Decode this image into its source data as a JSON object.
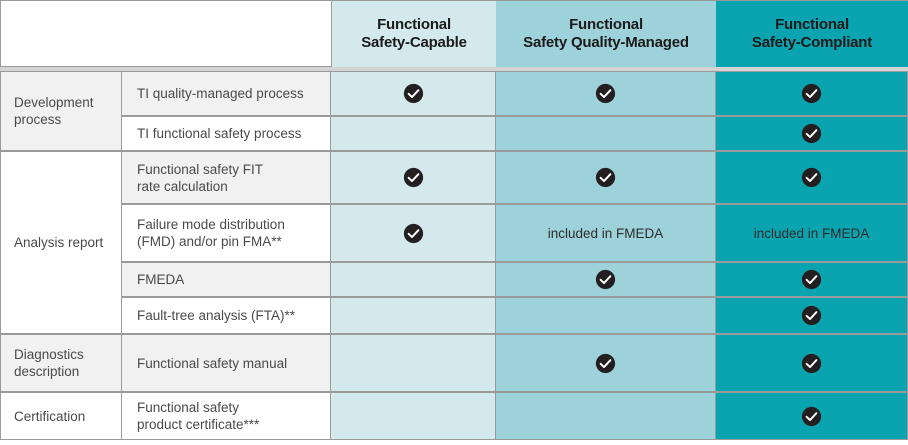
{
  "table": {
    "blank_header": "",
    "column_headers": [
      {
        "id": "capable",
        "label": "Functional\nSafety-Capable",
        "bg": "#d3e9ec"
      },
      {
        "id": "quality-managed",
        "label": "Functional\nSafety Quality-Managed",
        "bg": "#9ed2da"
      },
      {
        "id": "compliant",
        "label": "Functional\nSafety-Compliant",
        "bg": "#0aa3b0"
      }
    ],
    "column_header_lines": [
      [
        "Functional",
        "Safety-Capable"
      ],
      [
        "Functional",
        "Safety Quality-Managed"
      ],
      [
        "Functional",
        "Safety-Compliant"
      ]
    ],
    "groups": [
      {
        "id": "development-process",
        "label": "Development\nprocess",
        "label_lines": [
          "Development",
          "process"
        ],
        "rows": 2,
        "shaded": true
      },
      {
        "id": "analysis-report",
        "label": "Analysis report",
        "label_lines": [
          "Analysis report"
        ],
        "rows": 4,
        "shaded": false
      },
      {
        "id": "diagnostics-description",
        "label": "Diagnostics\ndescription",
        "label_lines": [
          "Diagnostics",
          "description"
        ],
        "rows": 1,
        "shaded": true
      },
      {
        "id": "certification",
        "label": "Certification",
        "label_lines": [
          "Certification"
        ],
        "rows": 1,
        "shaded": false
      }
    ],
    "rows": [
      {
        "id": "ti-quality-managed-process",
        "item_lines": [
          "TI quality-managed process"
        ],
        "shaded": true,
        "cells": [
          "check",
          "check",
          "check"
        ]
      },
      {
        "id": "ti-functional-safety-process",
        "item_lines": [
          "TI functional safety process"
        ],
        "shaded": false,
        "cells": [
          "",
          "",
          "check"
        ]
      },
      {
        "id": "functional-safety-fit-rate",
        "item_lines": [
          "Functional safety FIT",
          "rate calculation"
        ],
        "shaded": true,
        "cells": [
          "check",
          "check",
          "check"
        ]
      },
      {
        "id": "failure-mode-distribution",
        "item_lines": [
          "Failure mode distribution",
          "(FMD) and/or pin FMA**"
        ],
        "shaded": false,
        "cells": [
          "check",
          "included in FMEDA",
          "included in FMEDA"
        ]
      },
      {
        "id": "fmeda",
        "item_lines": [
          "FMEDA"
        ],
        "shaded": true,
        "cells": [
          "",
          "check",
          "check"
        ]
      },
      {
        "id": "fault-tree-analysis",
        "item_lines": [
          "Fault-tree analysis (FTA)**"
        ],
        "shaded": false,
        "cells": [
          "",
          "",
          "check"
        ]
      },
      {
        "id": "functional-safety-manual",
        "item_lines": [
          "Functional safety manual"
        ],
        "shaded": true,
        "cells": [
          "",
          "check",
          "check"
        ]
      },
      {
        "id": "functional-safety-certificate",
        "item_lines": [
          "Functional safety",
          "product certificate***"
        ],
        "shaded": false,
        "cells": [
          "",
          "",
          "check"
        ]
      }
    ],
    "icons": {
      "check": "check-circle-icon"
    },
    "colors": {
      "column_capable": "#d3e9ec",
      "column_quality_managed": "#9ed2da",
      "column_compliant": "#0aa3b0",
      "row_shaded": "#f1f1f1",
      "row_plain": "#ffffff",
      "border": "#9a9a9a",
      "gap_band": "#d4d4d4",
      "check_circle": "#231f20",
      "check_mark": "#ffffff",
      "text": "#4a4a4a",
      "header_text": "#1a1a1a"
    }
  }
}
